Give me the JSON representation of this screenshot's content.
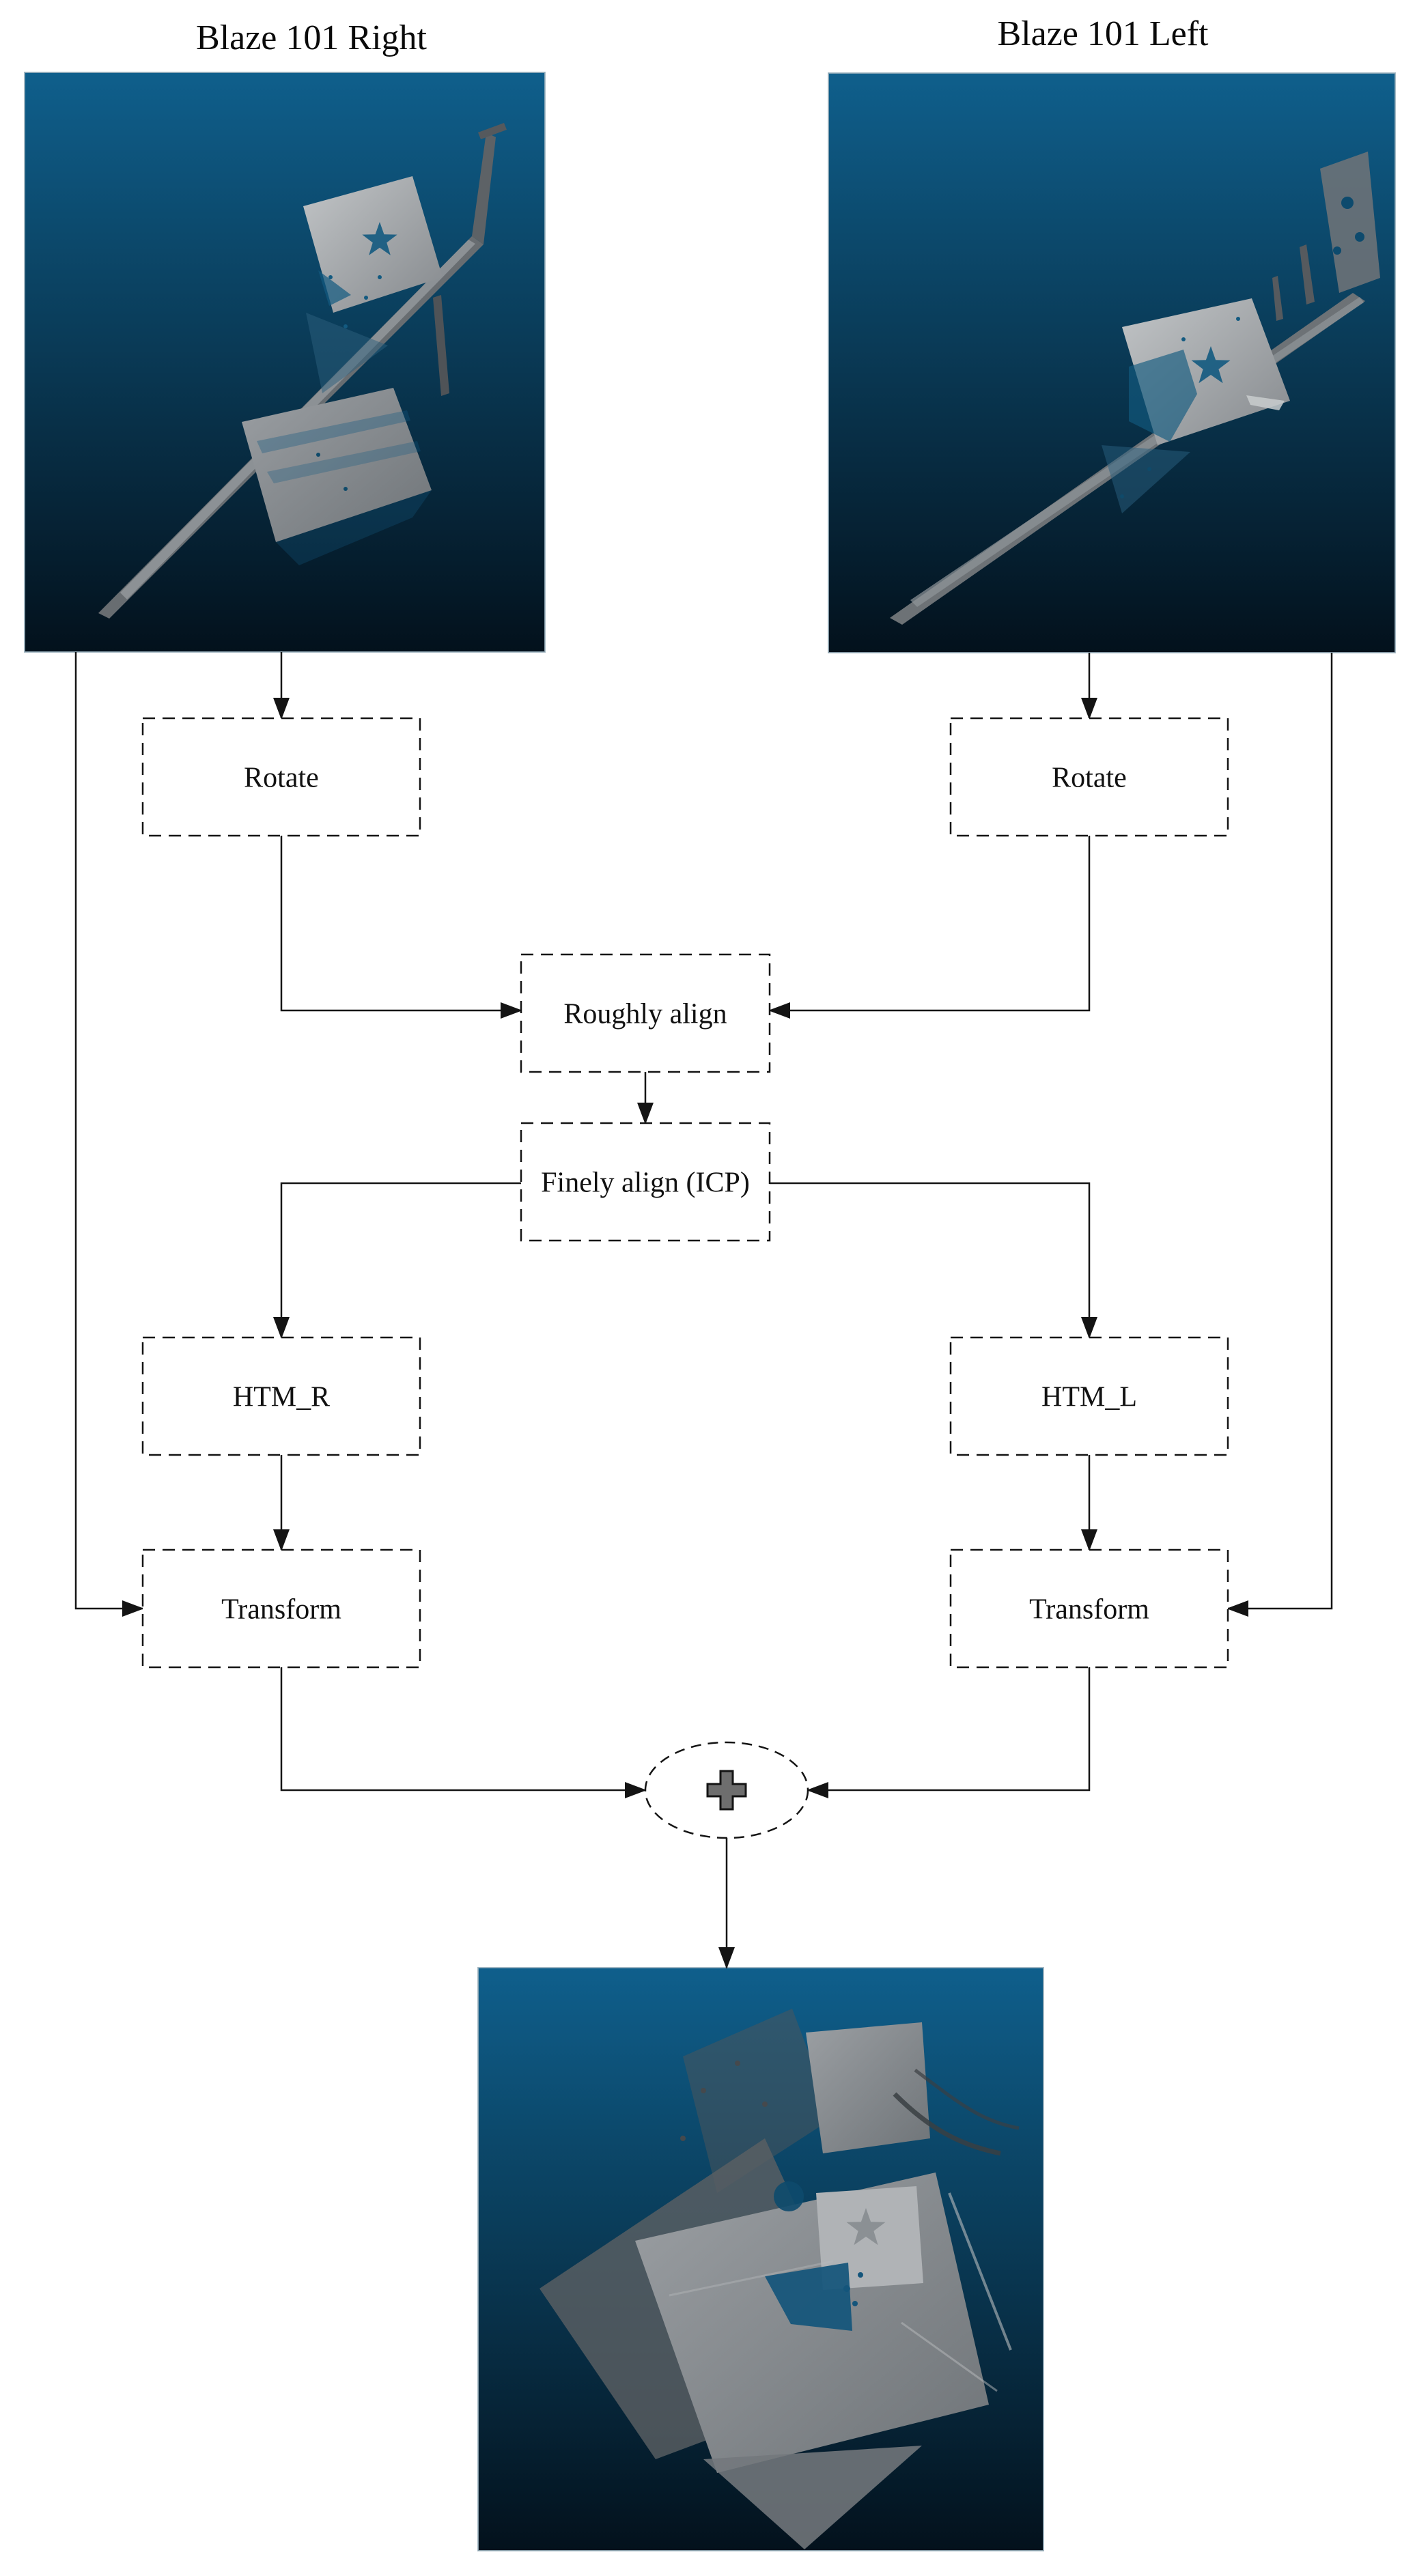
{
  "figure": {
    "panel_titles": {
      "left_panel": "Blaze 101 Right",
      "right_panel": "Blaze 101 Left"
    },
    "nodes": {
      "rotate_left": "Rotate",
      "rotate_right": "Rotate",
      "roughly_align": "Roughly align",
      "finely_align": "Finely align (ICP)",
      "htm_r": "HTM_R",
      "htm_l": "HTM_L",
      "transform_left": "Transform",
      "transform_right": "Transform"
    },
    "merge": {
      "icon": "plus-icon",
      "symbol": "+"
    },
    "colors": {
      "background": "#ffffff",
      "line": "#141414",
      "box_dash_border": "#141414",
      "merge_plus_fill": "#6e6e6e",
      "pointcloud_bg_top": "#0f5f8c",
      "pointcloud_bg_mid": "#0a3c59",
      "pointcloud_bg_bottom": "#03111c",
      "pointcloud_surface_light": "#c2c5c7",
      "pointcloud_surface_dark": "#6f7478",
      "pointcloud_speckle_blue": "#135a80"
    }
  }
}
